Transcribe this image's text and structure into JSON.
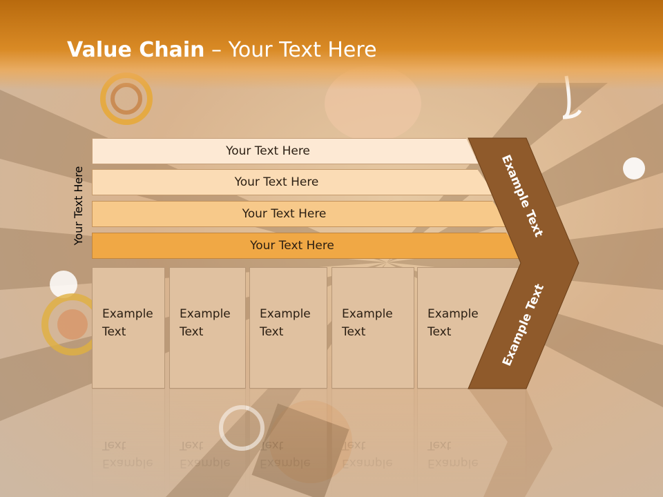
{
  "title": {
    "bold": "Value Chain",
    "rest": " – Your Text Here"
  },
  "side_label": "Your Text Here",
  "rows": [
    {
      "label": "Your Text Here",
      "color": "#fde9d4"
    },
    {
      "label": "Your Text Here",
      "color": "#fbdcb5"
    },
    {
      "label": "Your Text Here",
      "color": "#f7c98a"
    },
    {
      "label": "Your Text Here",
      "color": "#f0a845"
    }
  ],
  "boxes": [
    {
      "line1": "Example",
      "line2": "Text"
    },
    {
      "line1": "Example",
      "line2": "Text"
    },
    {
      "line1": "Example",
      "line2": "Text"
    },
    {
      "line1": "Example",
      "line2": "Text"
    },
    {
      "line1": "Example",
      "line2": "Text"
    }
  ],
  "chevron": {
    "top_label": "Example Text",
    "bottom_label": "Example Text",
    "color": "#8f5a2b"
  }
}
